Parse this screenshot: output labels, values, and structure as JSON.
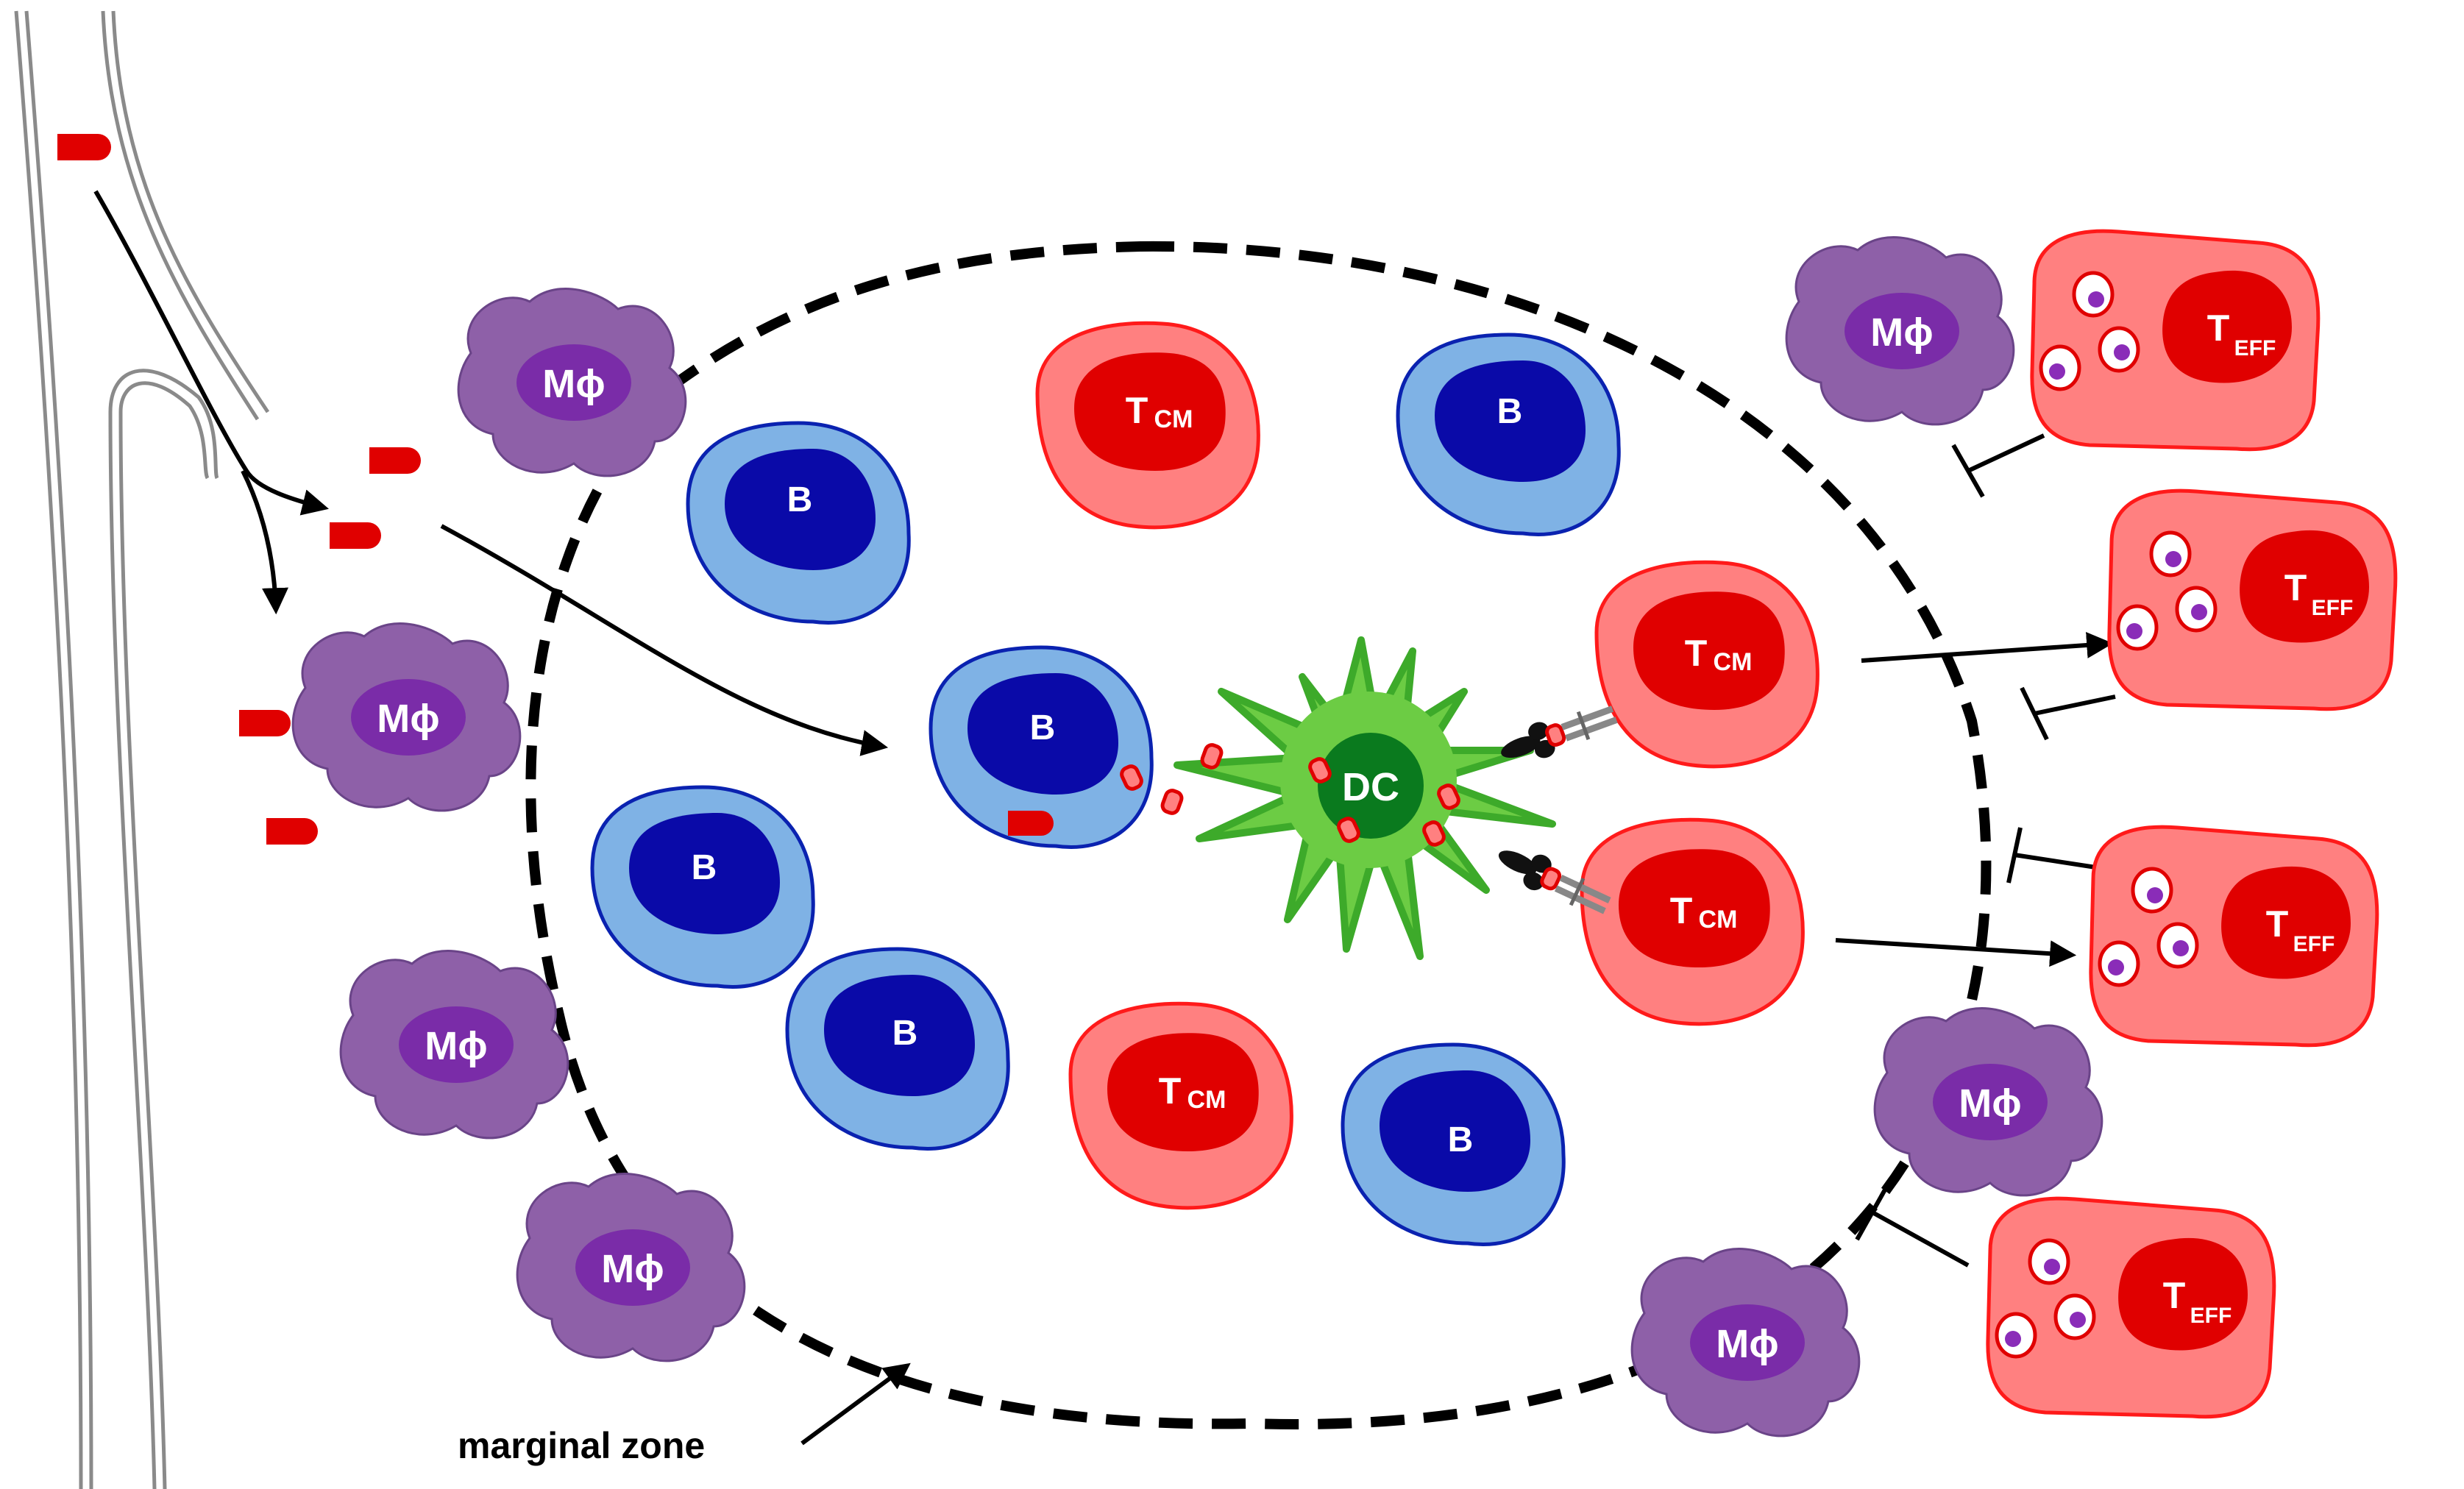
{
  "labels": {
    "macrophage": "Mϕ",
    "b_cell": "B",
    "t_cm_main": "T",
    "t_cm_sub": "CM",
    "t_eff_main": "T",
    "t_eff_sub": "EFF",
    "dendritic_cell": "DC",
    "marginal_zone": "marginal zone"
  },
  "colors": {
    "macrophage_body": "#8e60a8",
    "macrophage_nucleus": "#7a2ca8",
    "b_cell_body": "#7fb2e5",
    "b_cell_nucleus": "#0a0aa8",
    "t_cell_body": "#ff8080",
    "t_cell_nucleus": "#e00000",
    "dendritic_cell_body": "#6ccc44",
    "dendritic_cell_nucleus": "#0a7a1e",
    "pathogen": "#e00000"
  },
  "cell_types": [
    "macrophage-cell",
    "b-cell",
    "central-memory-t-cell",
    "effector-t-cell",
    "dendritic-cell"
  ],
  "relations": [
    {
      "from": "pathogen-in-vessel",
      "to": "marginal-zone-pathogens",
      "type": "arrow"
    },
    {
      "from": "marginal-zone-pathogens",
      "to": "antigen-presenting-b-cell",
      "type": "arrow"
    },
    {
      "from": "dendritic-cell",
      "to": "central-memory-t-cell",
      "type": "antigen presentation"
    },
    {
      "from": "central-memory-t-cell",
      "to": "effector-t-cell",
      "type": "arrow"
    },
    {
      "from": "effector-t-cell",
      "to": "macrophage-cell",
      "type": "inhibition"
    }
  ]
}
